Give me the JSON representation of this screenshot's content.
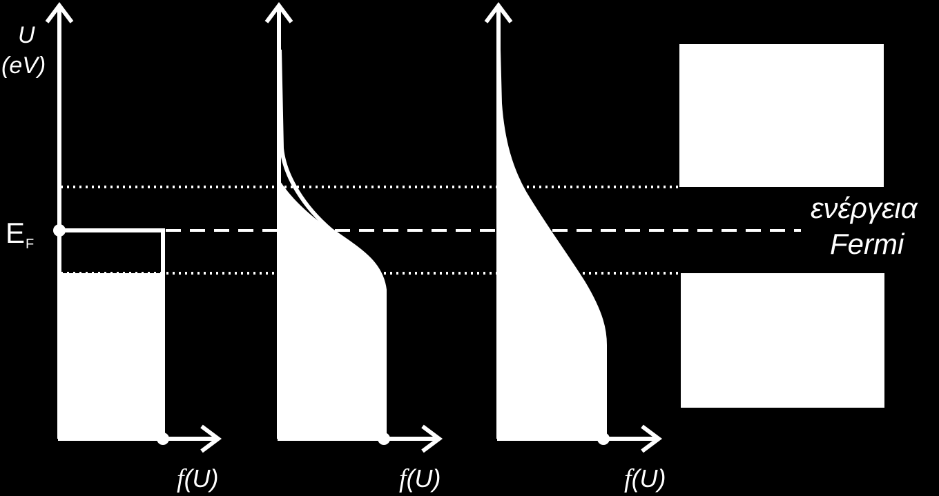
{
  "axis": {
    "y_symbol": "U",
    "y_unit": "(eV)",
    "x_label_func": "f",
    "x_label_arg": "(U)"
  },
  "fermi": {
    "symbol": "E",
    "subscript": "F",
    "label_line1": "ενέργεια",
    "label_line2": "Fermi"
  },
  "colors": {
    "background": "#000000",
    "foreground": "#ffffff"
  },
  "panels": [
    {
      "id": "T0",
      "distribution": "step"
    },
    {
      "id": "T1",
      "distribution": "smooth-narrow"
    },
    {
      "id": "T2",
      "distribution": "smooth-wide"
    }
  ]
}
